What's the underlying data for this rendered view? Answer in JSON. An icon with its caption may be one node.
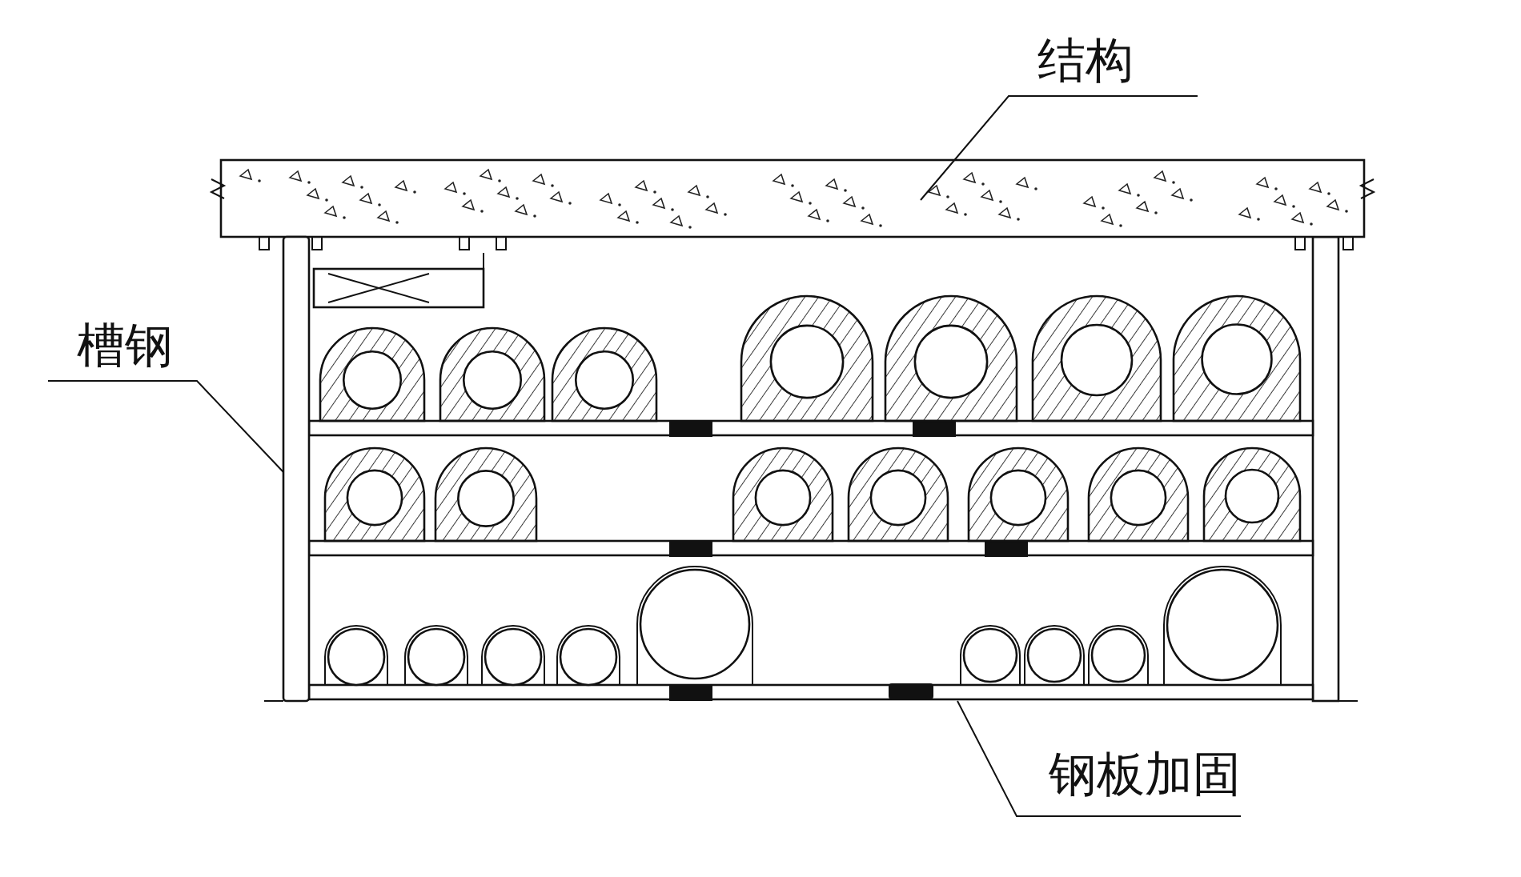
{
  "diagram": {
    "nodes": [
      {
        "text": [
          "结构"
        ]
      },
      {
        "text": [
          "槽钢"
        ]
      },
      {
        "text": [
          "钢板加固"
        ]
      },
      {
        "text": [],
        "shape": "box"
      },
      {
        "text": [],
        "shape": "bar"
      },
      {
        "text": [],
        "shape": "bar"
      }
    ],
    "edges": [
      {
        "from": 0,
        "to": 3,
        "arrow": "none"
      },
      {
        "from": 1,
        "to": 4,
        "arrow": "none"
      },
      {
        "from": 2,
        "to": 5,
        "arrow": "none"
      }
    ]
  }
}
